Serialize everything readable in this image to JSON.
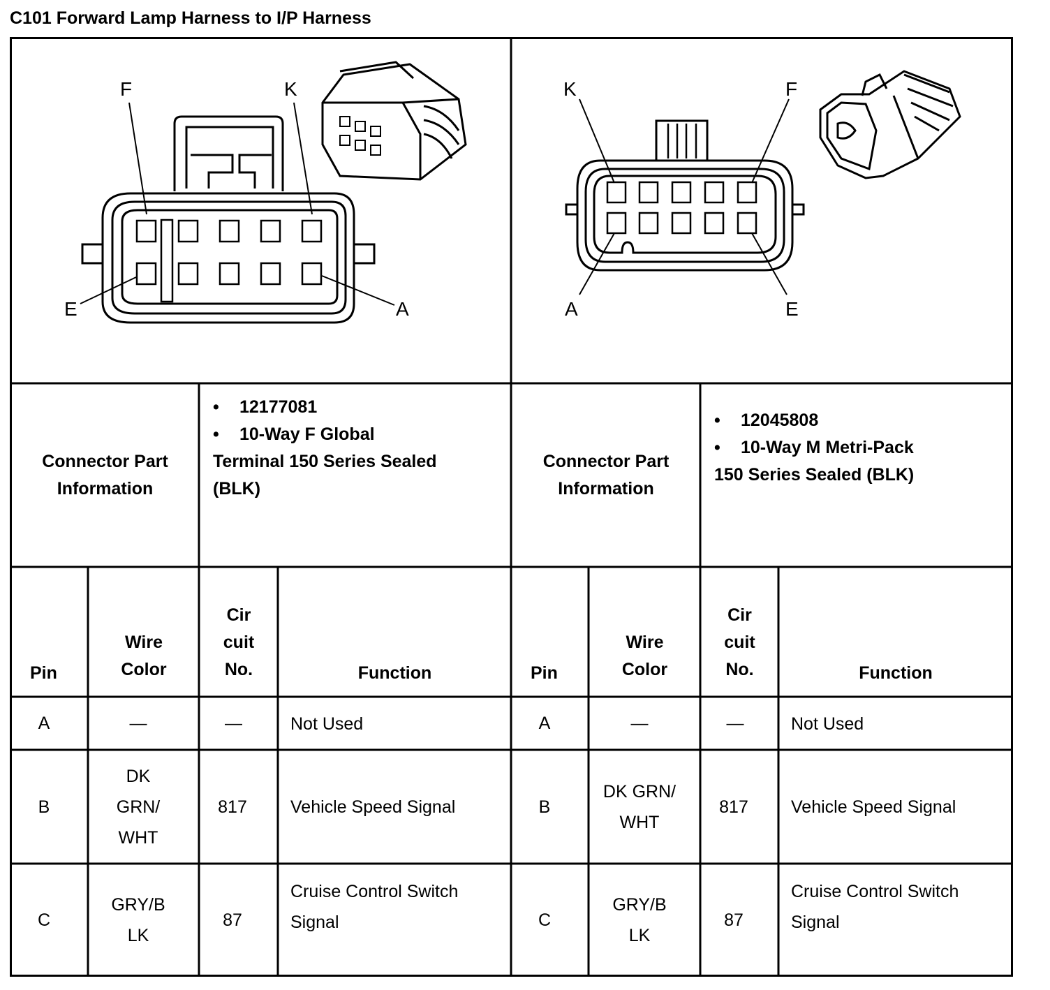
{
  "title": "C101 Forward Lamp Harness to I/P Harness",
  "left_diagram": {
    "labels": {
      "top_left": "F",
      "top_right": "K",
      "bottom_left": "E",
      "bottom_right": "A"
    }
  },
  "right_diagram": {
    "labels": {
      "top_left": "K",
      "top_right": "F",
      "bottom_left": "A",
      "bottom_right": "E"
    }
  },
  "left_connector": {
    "label_line1": "Connector Part",
    "label_line2": "Information",
    "part_number": "12177081",
    "desc_line1": "10-Way F Global",
    "desc_line2": "Terminal 150 Series Sealed",
    "desc_line3": "(BLK)"
  },
  "right_connector": {
    "label_line1": "Connector Part",
    "label_line2": "Information",
    "part_number": "12045808",
    "desc_line1": "10-Way M Metri-Pack",
    "desc_line2": "150 Series Sealed (BLK)"
  },
  "headers": {
    "pin": "Pin",
    "wire_line1": "Wire",
    "wire_line2": "Color",
    "circuit_line1": "Cir",
    "circuit_line2": "cuit",
    "circuit_line3": "No.",
    "function": "Function"
  },
  "left_rows": [
    {
      "pin": "A",
      "wire": [
        "—"
      ],
      "circuit": "—",
      "function": [
        "Not Used"
      ]
    },
    {
      "pin": "B",
      "wire": [
        "DK",
        "GRN/",
        "WHT"
      ],
      "circuit": "817",
      "function": [
        "Vehicle Speed Signal"
      ]
    },
    {
      "pin": "C",
      "wire": [
        "GRY/B",
        "LK"
      ],
      "circuit": "87",
      "function": [
        "Cruise Control Switch",
        "Signal"
      ]
    }
  ],
  "right_rows": [
    {
      "pin": "A",
      "wire": [
        "—"
      ],
      "circuit": "—",
      "function": [
        "Not Used"
      ]
    },
    {
      "pin": "B",
      "wire": [
        "DK GRN/",
        "WHT"
      ],
      "circuit": "817",
      "function": [
        "Vehicle Speed Signal"
      ]
    },
    {
      "pin": "C",
      "wire": [
        "GRY/B",
        "LK"
      ],
      "circuit": "87",
      "function": [
        "Cruise Control Switch",
        "Signal"
      ]
    }
  ]
}
